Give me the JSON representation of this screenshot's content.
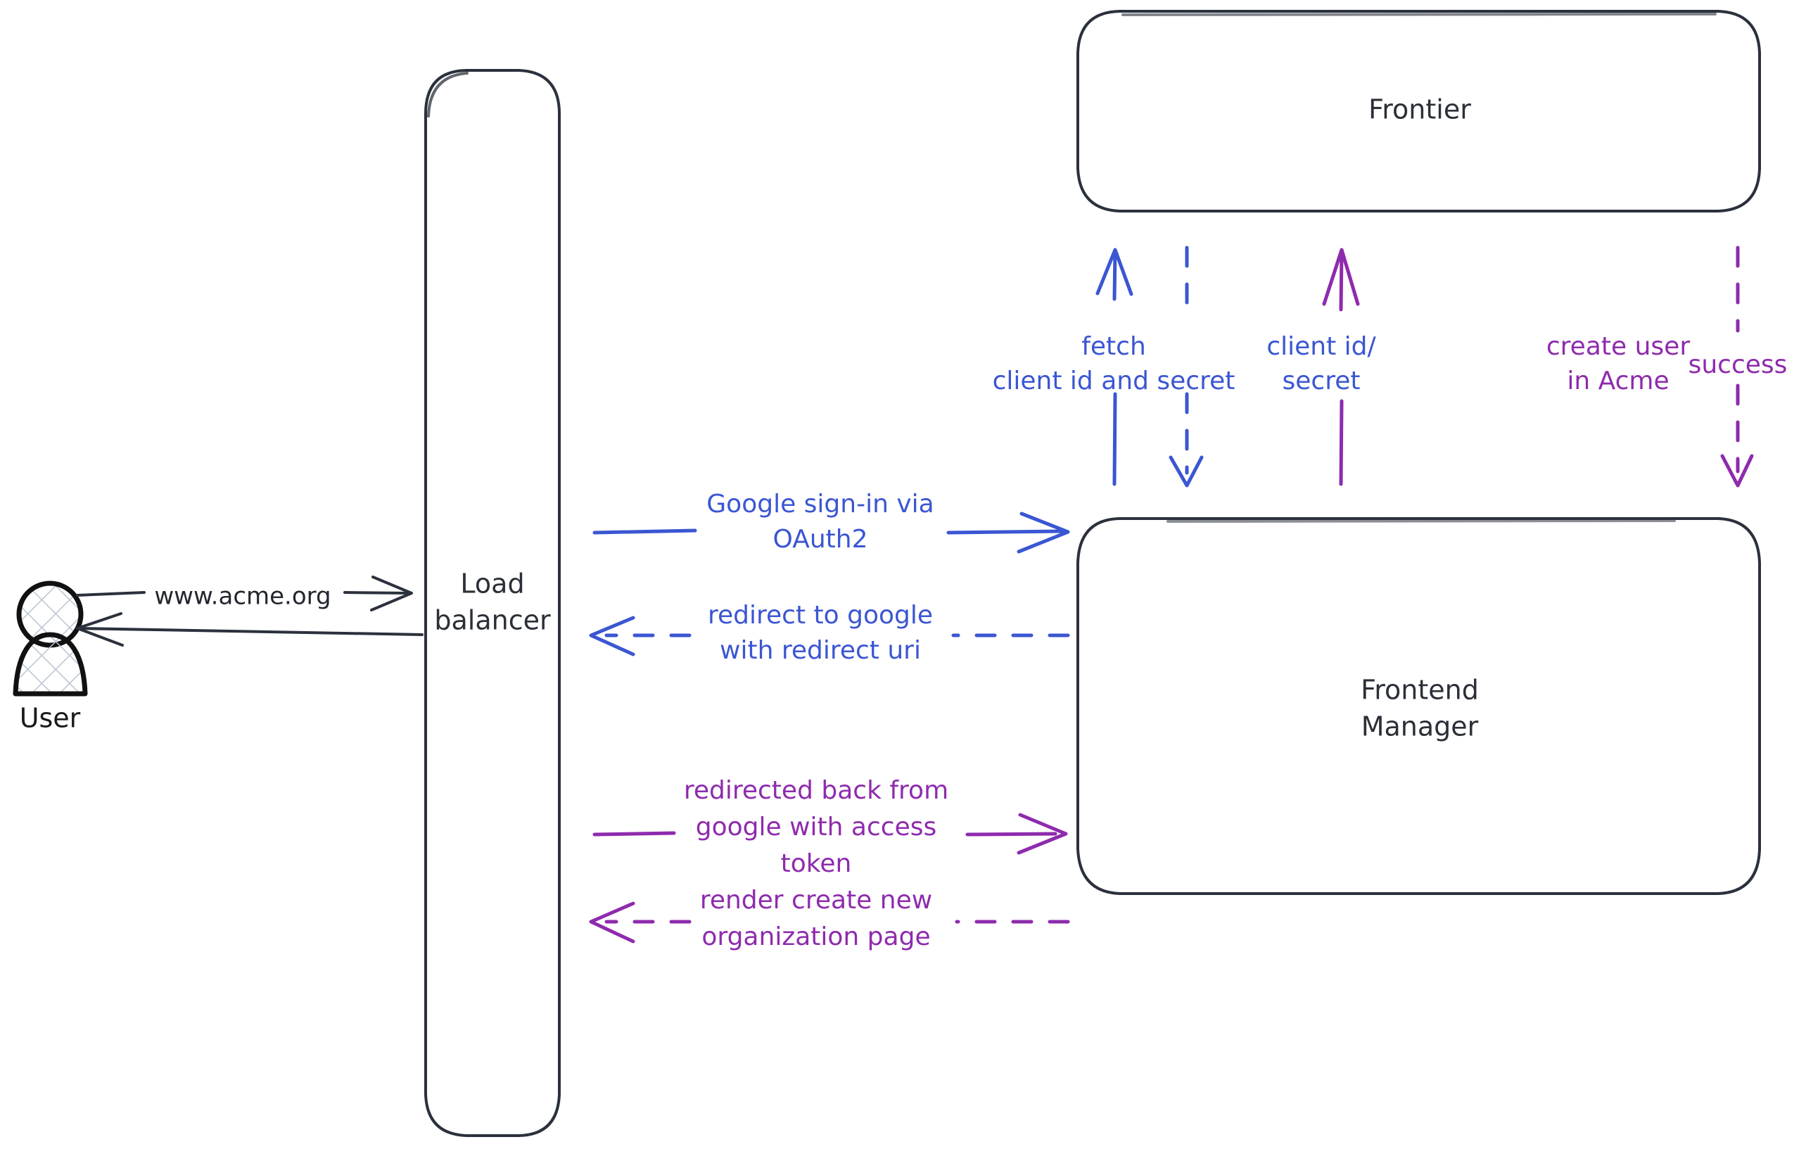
{
  "diagram": {
    "type": "architecture-sequence-diagram",
    "title": "Google OAuth2 sign-in flow",
    "background_color": "#ffffff",
    "palette": {
      "node_stroke": "#2b313c",
      "actor_stroke": "#111111",
      "blue": "#3b56d2",
      "purple": "#8e2bad",
      "dark_text": "#22262e"
    }
  },
  "actors": [
    {
      "id": "user",
      "name": "User",
      "label": "User",
      "shape": "person-icon",
      "fill": "crosshatch"
    }
  ],
  "nodes": [
    {
      "id": "load-balancer",
      "label_line1": "Load",
      "label_line2": "balancer",
      "shape": "rounded-rect-tall"
    },
    {
      "id": "frontier",
      "label_line1": "Frontier",
      "label_line2": "",
      "shape": "rounded-rect-wide"
    },
    {
      "id": "frontend-manager",
      "label_line1": "Frontend",
      "label_line2": "Manager",
      "shape": "rounded-rect-wide"
    }
  ],
  "edges": [
    {
      "id": "user-to-lb",
      "from": "user",
      "to": "load-balancer",
      "color": "dark",
      "style": "solid",
      "direction": "right",
      "label_lines": [
        "www.acme.org"
      ]
    },
    {
      "id": "lb-to-user",
      "from": "load-balancer",
      "to": "user",
      "color": "dark",
      "style": "solid",
      "direction": "left",
      "label_lines": []
    },
    {
      "id": "fm-to-frontier-fetch",
      "from": "frontend-manager",
      "to": "frontier",
      "color": "blue",
      "style": "solid",
      "direction": "up",
      "label_lines": [
        "fetch",
        "client id and secret"
      ]
    },
    {
      "id": "frontier-to-fm-creds",
      "from": "frontier",
      "to": "frontend-manager",
      "color": "blue",
      "style": "dashed",
      "direction": "down",
      "label_lines": [
        "client id/",
        "secret"
      ]
    },
    {
      "id": "fm-to-frontier-create-user",
      "from": "frontend-manager",
      "to": "frontier",
      "color": "purple",
      "style": "solid",
      "direction": "up",
      "label_lines": [
        "create user",
        "in Acme"
      ]
    },
    {
      "id": "frontier-to-fm-success",
      "from": "frontier",
      "to": "frontend-manager",
      "color": "purple",
      "style": "dashed",
      "direction": "down",
      "label_lines": [
        "success"
      ]
    },
    {
      "id": "lb-to-fm-signin",
      "from": "load-balancer",
      "to": "frontend-manager",
      "color": "blue",
      "style": "solid",
      "direction": "right",
      "label_lines": [
        "Google sign-in via",
        "OAuth2"
      ]
    },
    {
      "id": "fm-to-lb-redirect",
      "from": "frontend-manager",
      "to": "load-balancer",
      "color": "blue",
      "style": "dashed",
      "direction": "left",
      "label_lines": [
        "redirect to google",
        "with redirect uri"
      ]
    },
    {
      "id": "lb-to-fm-token",
      "from": "load-balancer",
      "to": "frontend-manager",
      "color": "purple",
      "style": "solid",
      "direction": "right",
      "label_lines": [
        "redirected back from",
        "google with access",
        "token"
      ]
    },
    {
      "id": "fm-to-lb-render",
      "from": "frontend-manager",
      "to": "load-balancer",
      "color": "purple",
      "style": "dashed",
      "direction": "left",
      "label_lines": [
        "render create new",
        "organization page"
      ]
    }
  ]
}
